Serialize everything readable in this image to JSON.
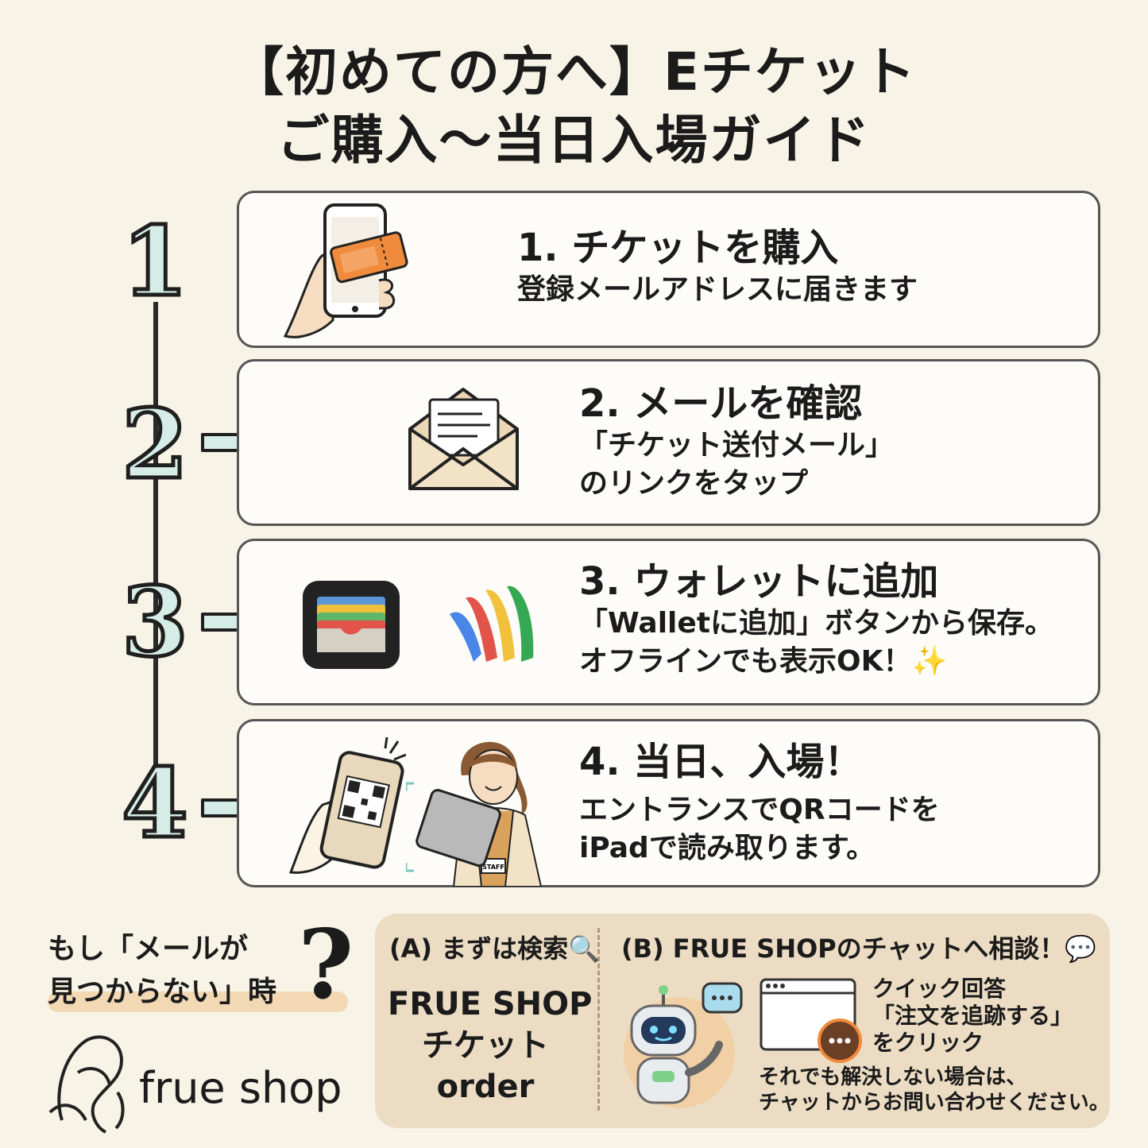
{
  "title": {
    "line1": "【初めての方へ】Eチケット",
    "line2": "ご購入〜当日入場ガイド"
  },
  "steps": [
    {
      "number": "1",
      "heading": "1. チケットを購入",
      "lines": [
        "登録メールアドレスに届きます"
      ]
    },
    {
      "number": "2",
      "heading": "2. メールを確認",
      "lines": [
        "「チケット送付メール」",
        "のリンクをタップ"
      ]
    },
    {
      "number": "3",
      "heading": "3. ウォレットに追加",
      "lines": [
        "「Walletに追加」ボタンから保存。",
        "オフラインでも表示OK！✨"
      ]
    },
    {
      "number": "4",
      "heading": "4. 当日、入場！",
      "lines": [
        "エントランスでQRコードを",
        "iPadで読み取ります。"
      ]
    }
  ],
  "help": {
    "question_line1": "もし「メールが",
    "question_line2": "見つからない」時",
    "qmark": "?"
  },
  "brand": {
    "name": "frue shop"
  },
  "panel_a": {
    "heading": "(A) まずは検索🔍",
    "search_terms": [
      "FRUE SHOP",
      "チケット",
      "order"
    ]
  },
  "panel_b": {
    "heading": "(B) FRUE SHOPのチャットへ相談！💬",
    "quick_lines": [
      "クイック回答",
      "「注文を追跡する」",
      "をクリック"
    ],
    "note_lines": [
      "それでも解決しない場合は、",
      "チャットからお問い合わせください。"
    ]
  },
  "illustrations": {
    "staff_badge": "STAFF"
  },
  "colors": {
    "background": "#f7f3e6",
    "number_fill": "#d6ece6",
    "panel": "#ebdcc3",
    "ticket_orange": "#f08a3c",
    "highlight": "#f2d8b3"
  }
}
